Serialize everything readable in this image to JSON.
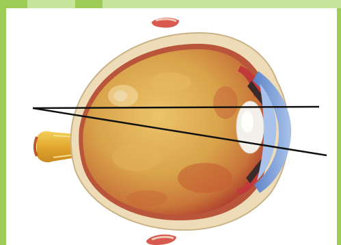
{
  "figure": {
    "subject": "eye-cross-section",
    "parts": [
      "optic-nerve",
      "sclera",
      "vitreous-body",
      "lens",
      "cornea",
      "iris",
      "eyelids"
    ],
    "ray_count": 2
  },
  "colors": {
    "background_green": "#9ccc55",
    "stripe_green": "#c7e59a",
    "panel": "#ffffff",
    "vitreous": "#d9a64c",
    "sclera": "#eedcb8",
    "cornea": "#7aa0d8",
    "lens": "#f2eee8",
    "iris": "#c13a3a",
    "optic_nerve": "#e6b23a",
    "rays": "#111111"
  }
}
